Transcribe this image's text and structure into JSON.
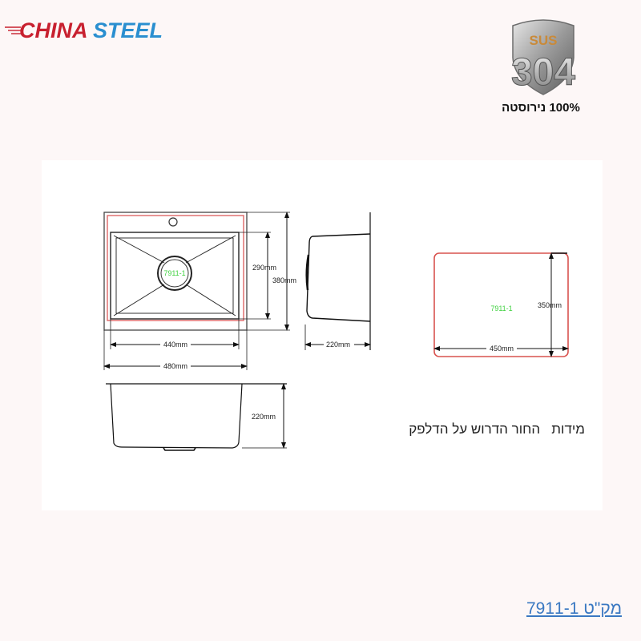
{
  "brand": {
    "logo_word1": "CHINA",
    "logo_word2": "STEEL",
    "color_red": "#c8202f",
    "color_blue": "#2a8fd0"
  },
  "material_badge": {
    "top_text": "SUS",
    "number": "304",
    "caption": "100% נירוסטה"
  },
  "drawing": {
    "top_view": {
      "model_label": "7911-1",
      "bowl_depth_label": "290mm",
      "overall_depth_label": "380mm",
      "bowl_width_label": "440mm",
      "overall_width_label": "480mm"
    },
    "side_view": {
      "depth_label": "220mm"
    },
    "front_view": {
      "height_label": "220mm"
    },
    "cutout": {
      "model_label": "7911-1",
      "height_label": "350mm",
      "width_label": "450mm"
    },
    "caption": "מידות   החור הדרוש על הדלפק"
  },
  "footer": {
    "sku_link": "מק\"ט 7911-1"
  },
  "colors": {
    "cutout_outline": "#d9534f",
    "model_label": "#3fd13f",
    "link": "#3a78c2"
  }
}
